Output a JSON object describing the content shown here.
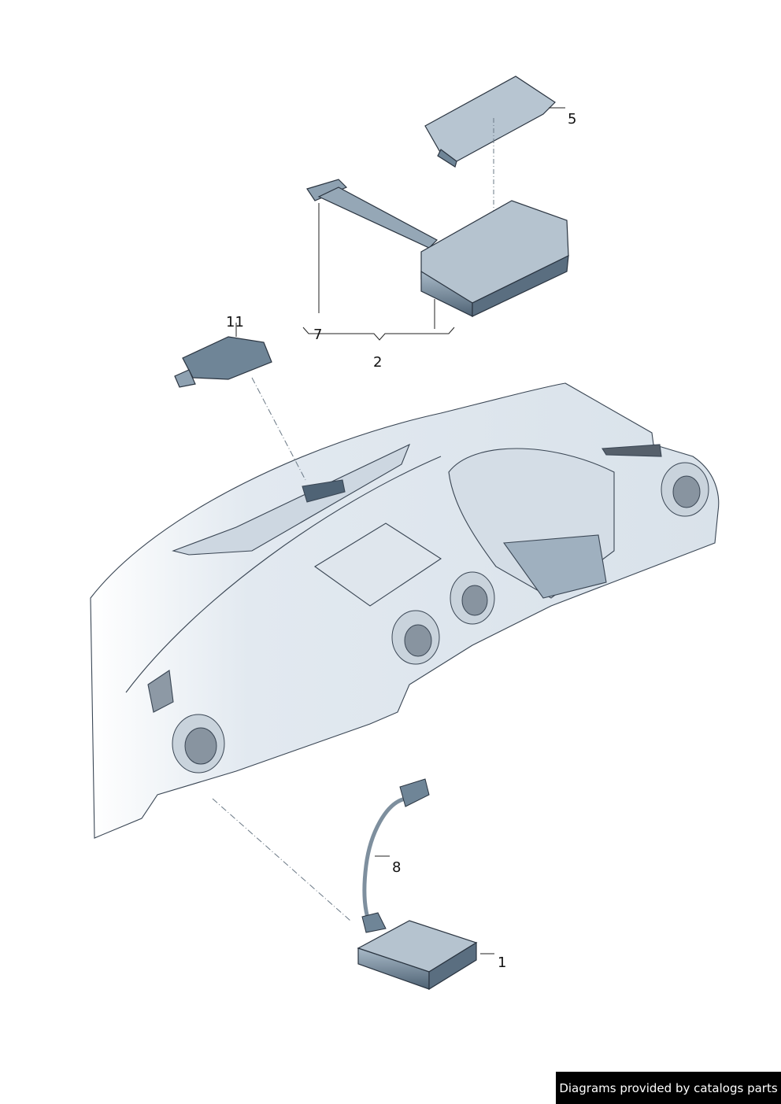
{
  "diagram": {
    "callouts": {
      "c5": "5",
      "c7": "7",
      "c2": "2",
      "c11": "11",
      "c8": "8",
      "c1": "1"
    },
    "colors": {
      "part_fill": "#6f8597",
      "part_light": "#c7d3dd",
      "dashboard_fill": "#e3e9ef",
      "line": "#2a3440"
    }
  },
  "footer": {
    "text": "Diagrams provided by catalogs parts"
  }
}
